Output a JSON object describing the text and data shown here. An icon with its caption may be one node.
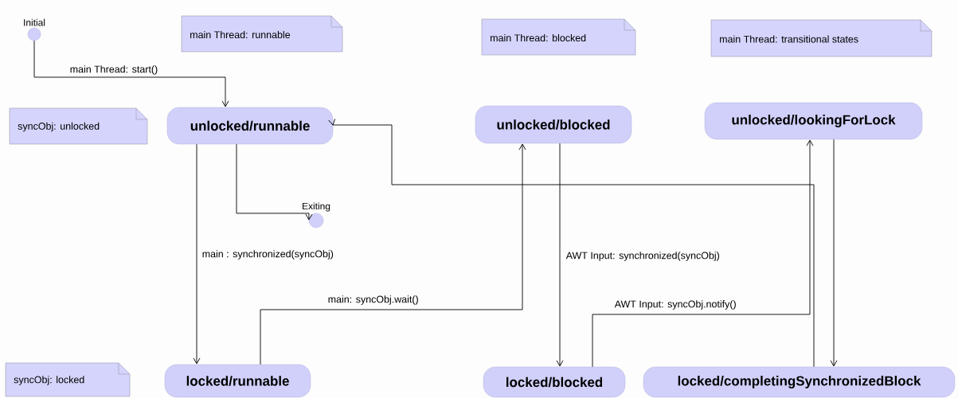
{
  "diagram": {
    "nodes": [
      {
        "text": [
          "Initial"
        ]
      },
      {
        "text": [
          "main Thread: runnable"
        ]
      },
      {
        "text": [
          "main Thread: blocked"
        ]
      },
      {
        "text": [
          "main Thread: transitional states"
        ]
      },
      {
        "text": [
          "syncObj: unlocked"
        ]
      },
      {
        "text": [
          "unlocked/runnable"
        ]
      },
      {
        "text": [
          "unlocked/blocked"
        ]
      },
      {
        "text": [
          "unlocked/lookingForLock"
        ]
      },
      {
        "text": [
          "Exiting"
        ]
      },
      {
        "text": [
          "syncObj: locked"
        ]
      },
      {
        "text": [
          "locked/runnable"
        ]
      },
      {
        "text": [
          "locked/blocked"
        ]
      },
      {
        "text": [
          "locked/completingSynchronizedBlock"
        ]
      }
    ],
    "edges": [
      {
        "from": 0,
        "to": 5,
        "arrow": "to",
        "label": "main Thread: start()"
      },
      {
        "from": 5,
        "to": 8,
        "arrow": "to"
      },
      {
        "from": 5,
        "to": 10,
        "arrow": "to",
        "label": "main : synchronized(syncObj)"
      },
      {
        "from": 10,
        "to": 6,
        "arrow": "to",
        "label": "main: syncObj.wait()"
      },
      {
        "from": 6,
        "to": 11,
        "arrow": "to",
        "label": "AWT Input: synchronized(syncObj)"
      },
      {
        "from": 11,
        "to": 7,
        "arrow": "to",
        "label": "AWT Input: syncObj.notify()"
      },
      {
        "from": 7,
        "to": 12,
        "arrow": "to"
      },
      {
        "from": 12,
        "to": 5,
        "arrow": "to"
      }
    ]
  }
}
